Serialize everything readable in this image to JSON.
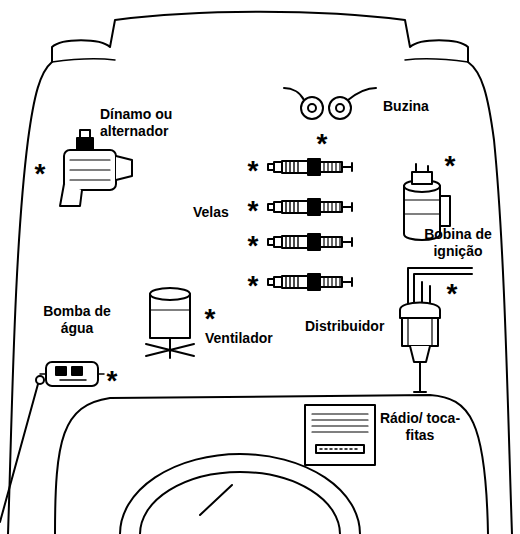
{
  "diagram": {
    "labels": [
      "Dínamo ou alternador",
      "Buzina",
      "Velas",
      "Bobina de ignição",
      "Bomba de água",
      "Ventilador",
      "Distribuidor",
      "Rádio/ toca-fitas",
      "*",
      "*",
      "*",
      "*",
      "*",
      "*",
      "*",
      "*",
      "*",
      "*"
    ]
  }
}
